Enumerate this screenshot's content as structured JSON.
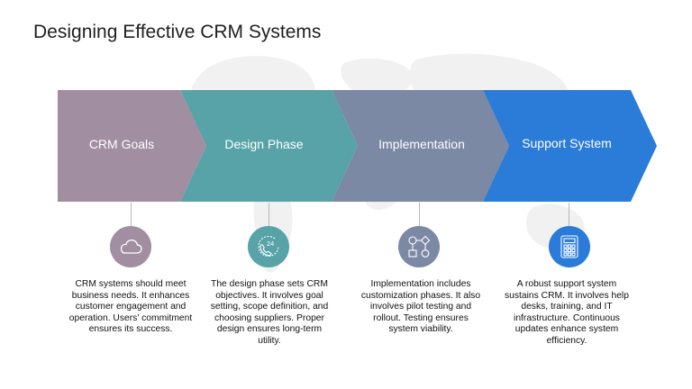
{
  "title": "Designing Effective CRM Systems",
  "steps": [
    {
      "label": "CRM Goals",
      "color": "#a18ea1",
      "icon": "cloud-icon",
      "description": "CRM systems should meet business needs. It enhances customer engagement and operation. Users' commitment ensures its success."
    },
    {
      "label": "Design Phase",
      "color": "#57a3a7",
      "icon": "24-hour-phone-icon",
      "description": "The design phase sets CRM objectives. It involves goal setting, scope definition, and choosing suppliers. Proper design ensures long-term utility."
    },
    {
      "label": "Implementation",
      "color": "#7b89a5",
      "icon": "flowchart-icon",
      "description": "Implementation includes customization phases. It also involves pilot testing and rollout. Testing ensures system viability."
    },
    {
      "label": "Support System",
      "color": "#2b7bd8",
      "icon": "calculator-icon",
      "description": "A robust support system sustains CRM. It involves help desks, training, and IT infrastructure. Continuous updates enhance system efficiency."
    }
  ],
  "icon_text": {
    "hours": "24"
  }
}
